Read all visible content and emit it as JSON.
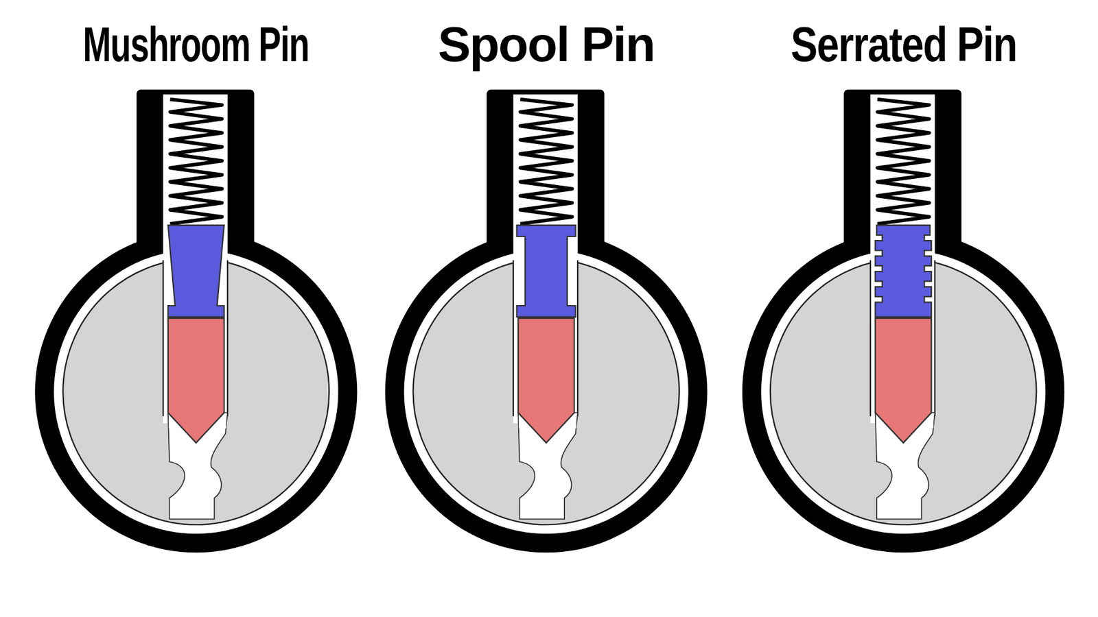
{
  "diagram": {
    "labels": [
      "Mushroom Pin",
      "Spool Pin",
      "Serrated Pin"
    ]
  }
}
